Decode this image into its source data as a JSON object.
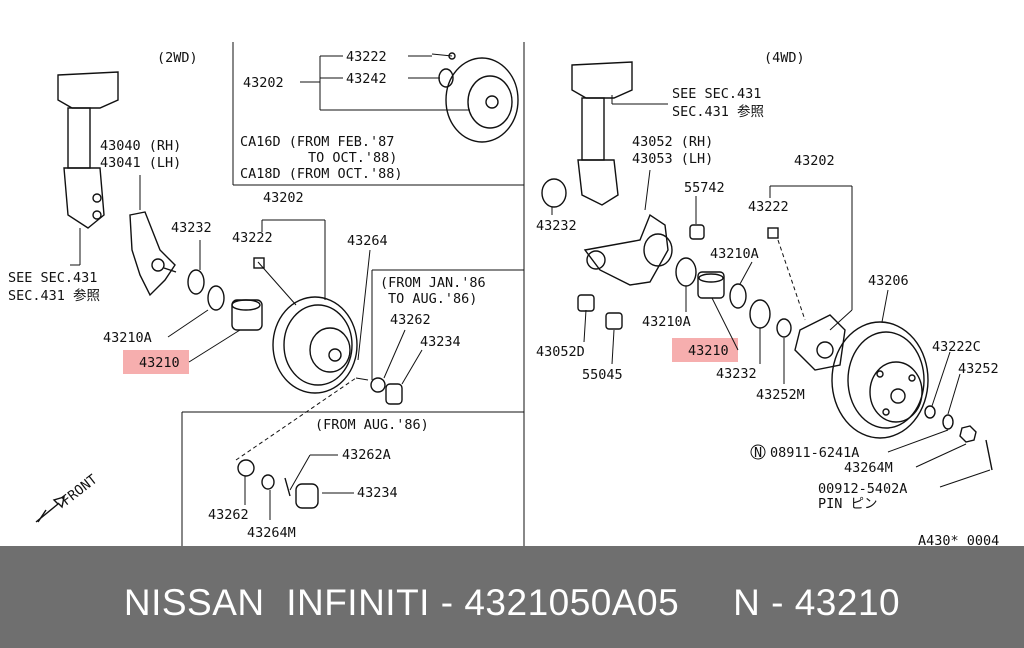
{
  "diagram": {
    "section_2wd": "(2WD)",
    "section_4wd": "(4WD)",
    "labels": {
      "p43222_top": "43222",
      "p43242_top": "43242",
      "p43202_top": "43202",
      "ca16d": "CA16D (FROM FEB.'87",
      "to_oct_88": "TO OCT.'88)",
      "ca18d": "CA18D (FROM OCT.'88)",
      "see_sec_left": "SEE SEC.431",
      "sec_ref_left": "SEC.431 参照",
      "p43040": "43040 (RH)",
      "p43041": "43041 (LH)",
      "p43232_left": "43232",
      "p43222_left": "43222",
      "p43202_left": "43202",
      "p43264": "43264",
      "from_jan86": "(FROM JAN.'86",
      "to_aug86": "TO AUG.'86)",
      "p43262_mid": "43262",
      "p43234_mid": "43234",
      "p43210a_left": "43210A",
      "p43210_left": "43210",
      "from_aug86": "(FROM AUG.'86)",
      "p43262a": "43262A",
      "p43234_low": "43234",
      "p43262_low": "43262",
      "p43264m_low": "43264M",
      "front": "FRONT",
      "see_sec_right": "SEE SEC.431",
      "sec_ref_right": "SEC.431 参照",
      "p43052": "43052 (RH)",
      "p43053": "43053 (LH)",
      "p43202_right": "43202",
      "p43232_right_top": "43232",
      "p55742": "55742",
      "p43222_right": "43222",
      "p43210a_right_top": "43210A",
      "p43206": "43206",
      "p43052d": "43052D",
      "p43210a_right": "43210A",
      "p55045": "55045",
      "p43210_right": "43210",
      "p43232_right": "43232",
      "p43252m": "43252M",
      "p43222c": "43222C",
      "p43252": "43252",
      "n_ref": "N",
      "p08911": "08911-6241A",
      "p43264m_right": "43264M",
      "p00912": "00912-5402A",
      "pin": "PIN ピン",
      "fig_code": "A430* 0004"
    },
    "highlight_color": "#f4a0a0"
  },
  "footer": {
    "text": "NISSAN  INFINITI - 4321050A05     N - 43210",
    "background": "#6f6f6f"
  }
}
